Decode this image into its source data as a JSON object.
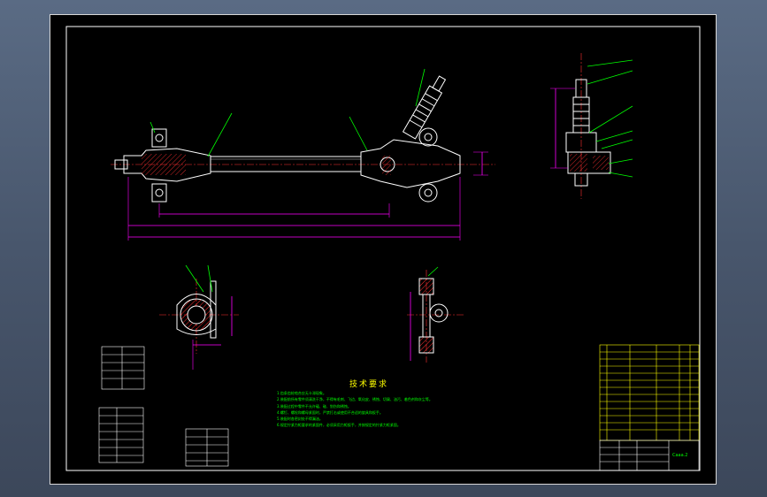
{
  "drawing": {
    "tech_title": "技术要求",
    "tech_notes": [
      "1.齿条齿轮啮合应无卡滞现象。",
      "2.装配前所有零件须清洗干净，不得有毛刺、飞边、氧化皮、锈蚀、切屑、油污、着色剂和灰尘等。",
      "3.装配过程中零件不允许磕、碰、划伤和锈蚀。",
      "4.螺钉、螺栓和螺母紧固时，严禁打击或使用不合适的旋具和扳手。",
      "5.装配时各密封处不得漏油。",
      "6.规定拧紧力矩要求的紧固件，必须采用力矩扳手，并按规定的拧紧力矩紧固。"
    ],
    "title_block_cell": "Caaa.2"
  },
  "colors": {
    "background": "#4e5d75",
    "sheet": "#000000",
    "frame": "#ffffff",
    "outline": "#ffffff",
    "dimension": "#ff00ff",
    "leader": "#00ff00",
    "text": "#ffff00",
    "hatch": "#ff3030",
    "center": "#ff3030",
    "table_line": "#ffff00",
    "title_text": "#00ff00"
  }
}
